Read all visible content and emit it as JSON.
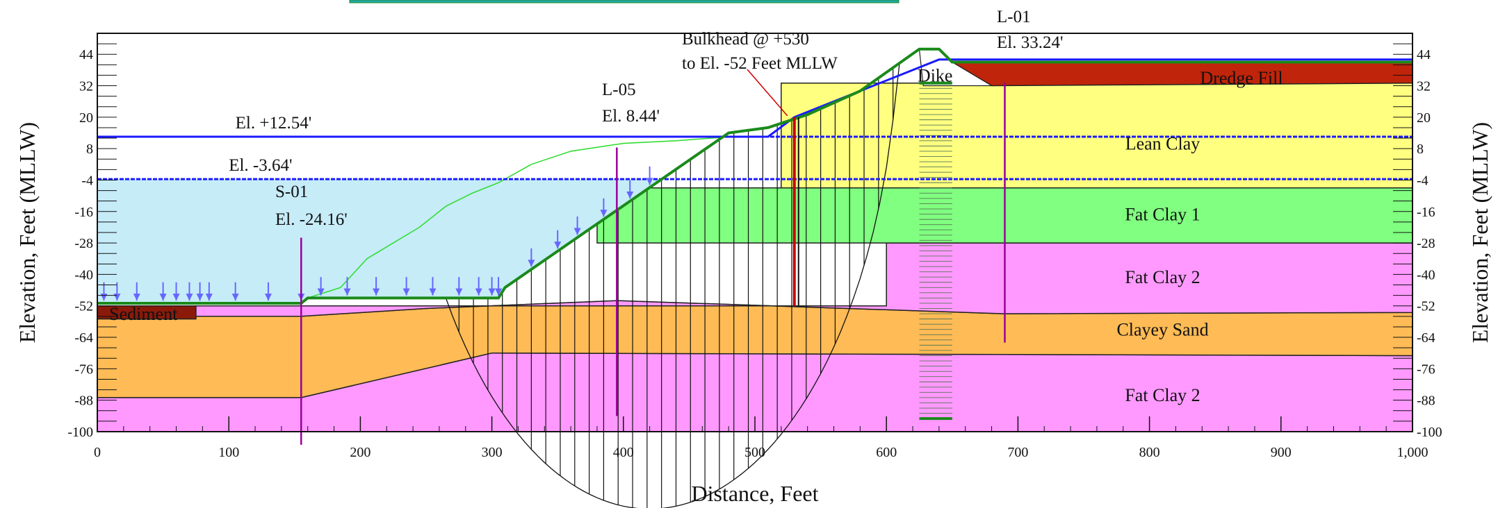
{
  "chart_data": {
    "type": "cross-section",
    "xlabel": "Distance, Feet",
    "ylabel_left": "Elevation, Feet (MLLW)",
    "ylabel_right": "Elevation, Feet (MLLW)",
    "xlim": [
      0,
      1000
    ],
    "ylim": [
      -100,
      52
    ],
    "x_ticks": [
      "0",
      "100",
      "200",
      "300",
      "400",
      "500",
      "600",
      "700",
      "800",
      "900",
      "1,000"
    ],
    "x_tick_values": [
      0,
      100,
      200,
      300,
      400,
      500,
      600,
      700,
      800,
      900,
      1000
    ],
    "y_ticks": [
      44,
      32,
      20,
      8,
      -4,
      -16,
      -28,
      -40,
      -52,
      -64,
      -76,
      -88,
      -100
    ],
    "layers": [
      {
        "name": "Fat Clay 2",
        "color": "#ff99ff",
        "polygon": [
          [
            0,
            -87
          ],
          [
            155,
            -87
          ],
          [
            300,
            -70
          ],
          [
            1000,
            -71
          ],
          [
            1000,
            -100
          ],
          [
            0,
            -100
          ]
        ]
      },
      {
        "name": "Clayey Sand",
        "color": "#ffbb55",
        "polygon": [
          [
            0,
            -56
          ],
          [
            155,
            -56
          ],
          [
            250,
            -53
          ],
          [
            395,
            -50
          ],
          [
            690,
            -55
          ],
          [
            1000,
            -54.5
          ],
          [
            1000,
            -71
          ],
          [
            300,
            -70
          ],
          [
            155,
            -87
          ],
          [
            0,
            -87
          ]
        ]
      },
      {
        "name": "Fat Clay 2",
        "color": "#ff99ff",
        "polygon": [
          [
            0,
            -52
          ],
          [
            600,
            -52
          ],
          [
            600,
            -28
          ],
          [
            1000,
            -28
          ],
          [
            1000,
            -54.5
          ],
          [
            690,
            -55
          ],
          [
            395,
            -50
          ],
          [
            250,
            -53
          ],
          [
            155,
            -56
          ],
          [
            0,
            -56
          ]
        ]
      },
      {
        "name": "Fat Clay 1",
        "color": "#80ff80",
        "polygon": [
          [
            380,
            -7
          ],
          [
            1000,
            -7
          ],
          [
            1000,
            -28
          ],
          [
            380,
            -28
          ]
        ]
      },
      {
        "name": "Lean Clay",
        "color": "#ffff80",
        "polygon": [
          [
            520,
            33
          ],
          [
            1000,
            33
          ],
          [
            1000,
            -7
          ],
          [
            520,
            -7
          ]
        ]
      },
      {
        "name": "Dredge Fill",
        "color": "#c0240a",
        "polygon": [
          [
            650,
            41
          ],
          [
            1000,
            41
          ],
          [
            1000,
            33
          ],
          [
            680,
            32
          ]
        ]
      },
      {
        "name": "Sediment",
        "color": "#8b1a0a",
        "polygon": [
          [
            0,
            -52
          ],
          [
            75,
            -52
          ],
          [
            75,
            -57
          ],
          [
            0,
            -57
          ]
        ]
      }
    ],
    "layer_labels": [
      {
        "name": "Lean Clay",
        "x": 810,
        "y": 10
      },
      {
        "name": "Fat Clay 1",
        "x": 810,
        "y": -17
      },
      {
        "name": "Fat Clay 2",
        "x": 810,
        "y": -41
      },
      {
        "name": "Clayey Sand",
        "x": 810,
        "y": -61
      },
      {
        "name": "Fat Clay 2",
        "x": 810,
        "y": -86
      },
      {
        "name": "Dredge Fill",
        "x": 870,
        "y": 35
      },
      {
        "name": "Dike",
        "x": 637,
        "y": 36
      },
      {
        "name": "Sediment",
        "x": 35,
        "y": -55
      }
    ],
    "water_levels": [
      {
        "label": "El. +12.54'",
        "y": 12.54,
        "x_label": 105
      },
      {
        "label": "El. -3.64'",
        "y": -3.64,
        "x_label": 100
      }
    ],
    "ground_surface": [
      [
        0,
        -51
      ],
      [
        155,
        -51
      ],
      [
        160,
        -49
      ],
      [
        305,
        -49
      ],
      [
        310,
        -45
      ],
      [
        480,
        14
      ],
      [
        510,
        16
      ],
      [
        540,
        21
      ],
      [
        580,
        30
      ],
      [
        625,
        46
      ],
      [
        640,
        46
      ],
      [
        650,
        41
      ],
      [
        1000,
        41
      ]
    ],
    "piezometric_line": [
      [
        0,
        12.54
      ],
      [
        510,
        12.54
      ],
      [
        530,
        20
      ],
      [
        640,
        42
      ],
      [
        1000,
        42
      ]
    ],
    "slip_circle": {
      "center_x": 420,
      "center_y": 60,
      "left_x": 265,
      "right_x": 630
    },
    "bulkhead": {
      "label_line1": "Bulkhead @ +530",
      "label_line2": "to El. -52 Feet MLLW",
      "x": 530,
      "top": 20,
      "bottom": -52
    },
    "boreholes": [
      {
        "line1": "S-01",
        "line2": "El. -24.16'",
        "x": 155,
        "top": -26,
        "bottom": -105
      },
      {
        "line1": "L-05",
        "line2": "El. 8.44'",
        "x": 395,
        "top": 8.44,
        "bottom": -94
      },
      {
        "line1": "L-01",
        "line2": "El. 33.24'",
        "x": 690,
        "top": 33.24,
        "bottom": -66
      }
    ],
    "anchor_zone": {
      "x_left": 625,
      "x_right": 650,
      "top": 33,
      "bottom": -95
    },
    "colors": {
      "water": "#c6ecf8",
      "ground_line": "#1a8a1a",
      "piezo_line": "#1a1aff",
      "bulkhead": "#cc0000",
      "borehole": "#990099",
      "load_arrows": "#6666ff",
      "callout": "#ee1155"
    }
  }
}
